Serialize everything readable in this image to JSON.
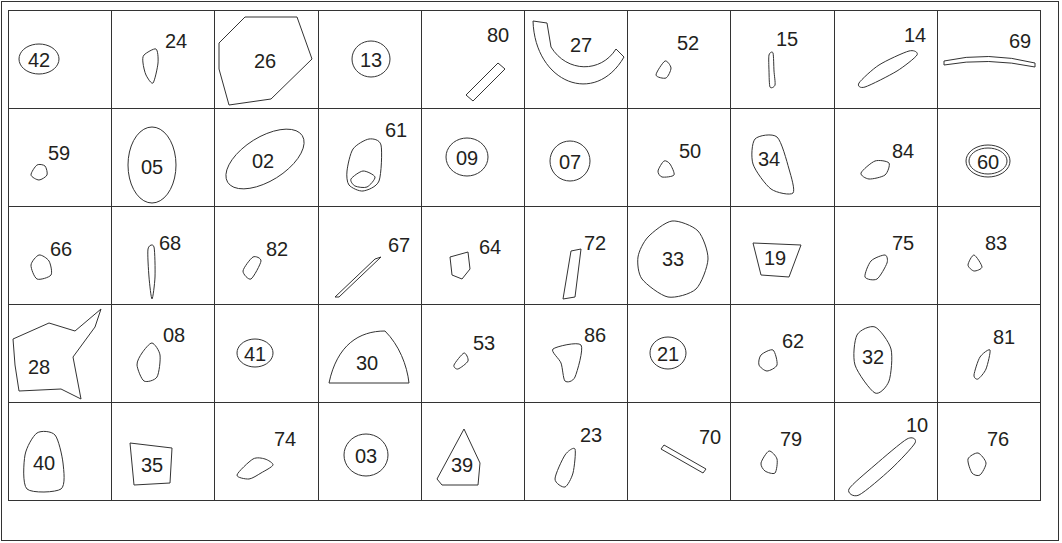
{
  "diagram": {
    "nodes": [
      {
        "text": [
          "42"
        ]
      },
      {
        "text": [
          "24"
        ]
      },
      {
        "text": [
          "26"
        ]
      },
      {
        "text": [
          "13"
        ]
      },
      {
        "text": [
          "80"
        ]
      },
      {
        "text": [
          "27"
        ]
      },
      {
        "text": [
          "52"
        ]
      },
      {
        "text": [
          "15"
        ]
      },
      {
        "text": [
          "14"
        ]
      },
      {
        "text": [
          "69"
        ]
      },
      {
        "text": [
          "59"
        ]
      },
      {
        "text": [
          "05"
        ]
      },
      {
        "text": [
          "02"
        ]
      },
      {
        "text": [
          "61"
        ]
      },
      {
        "text": [
          "09"
        ]
      },
      {
        "text": [
          "07"
        ]
      },
      {
        "text": [
          "50"
        ]
      },
      {
        "text": [
          "34"
        ]
      },
      {
        "text": [
          "84"
        ]
      },
      {
        "text": [
          "60"
        ]
      },
      {
        "text": [
          "66"
        ]
      },
      {
        "text": [
          "68"
        ]
      },
      {
        "text": [
          "82"
        ]
      },
      {
        "text": [
          "67"
        ]
      },
      {
        "text": [
          "64"
        ]
      },
      {
        "text": [
          "72"
        ]
      },
      {
        "text": [
          "33"
        ]
      },
      {
        "text": [
          "19"
        ]
      },
      {
        "text": [
          "75"
        ]
      },
      {
        "text": [
          "83"
        ]
      },
      {
        "text": [
          "28"
        ]
      },
      {
        "text": [
          "08"
        ]
      },
      {
        "text": [
          "41"
        ]
      },
      {
        "text": [
          "30"
        ]
      },
      {
        "text": [
          "53"
        ]
      },
      {
        "text": [
          "86"
        ]
      },
      {
        "text": [
          "21"
        ]
      },
      {
        "text": [
          "62"
        ]
      },
      {
        "text": [
          "32"
        ]
      },
      {
        "text": [
          "81"
        ]
      },
      {
        "text": [
          "40"
        ]
      },
      {
        "text": [
          "35"
        ]
      },
      {
        "text": [
          "74"
        ]
      },
      {
        "text": [
          "03"
        ]
      },
      {
        "text": [
          "39"
        ]
      },
      {
        "text": [
          "23"
        ]
      },
      {
        "text": [
          "70"
        ]
      },
      {
        "text": [
          "79"
        ]
      },
      {
        "text": [
          "10"
        ]
      },
      {
        "text": [
          "76"
        ]
      }
    ]
  }
}
